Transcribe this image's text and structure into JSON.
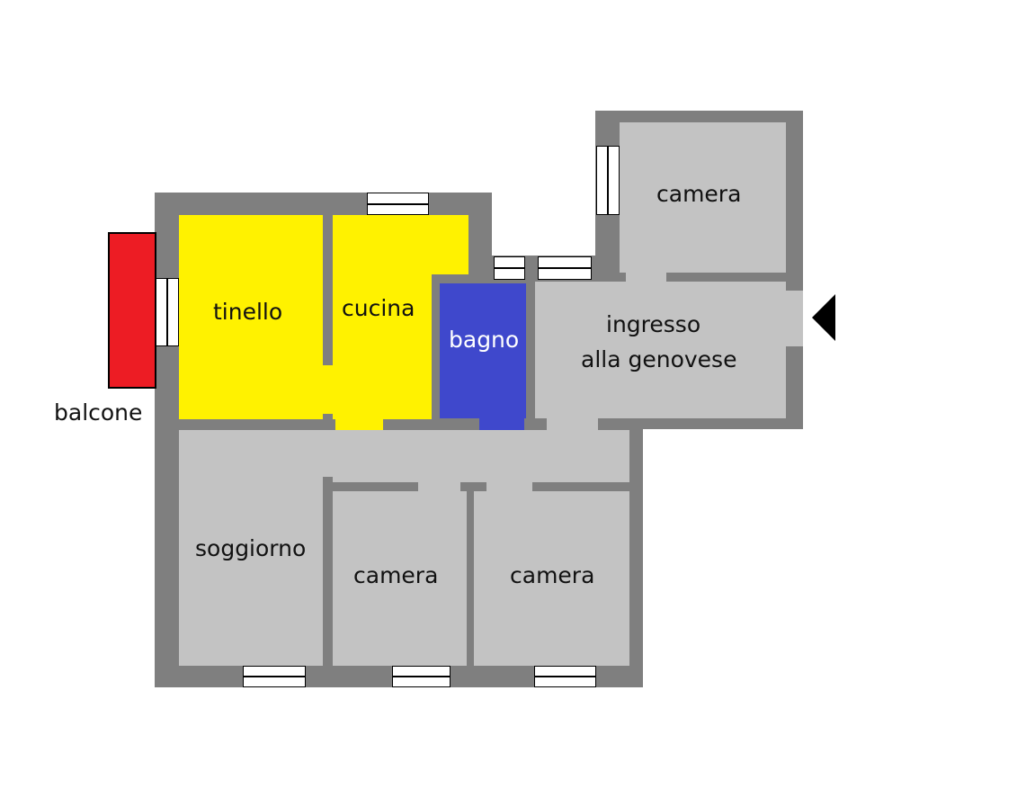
{
  "rooms": {
    "tinello": "tinello",
    "cucina": "cucina",
    "bagno": "bagno",
    "ingresso_line1": "ingresso",
    "ingresso_line2": "alla genovese",
    "camera_top": "camera",
    "soggiorno": "soggiorno",
    "camera_mid": "camera",
    "camera_right": "camera",
    "balcone": "balcone"
  },
  "icons": {
    "entry": "entry-arrow-icon"
  },
  "colors": {
    "wall": "#7f7f7f",
    "room": "#c3c3c3",
    "kitchen_dining": "#fff200",
    "bathroom": "#3f48cc",
    "balcony": "#ed1c24"
  }
}
